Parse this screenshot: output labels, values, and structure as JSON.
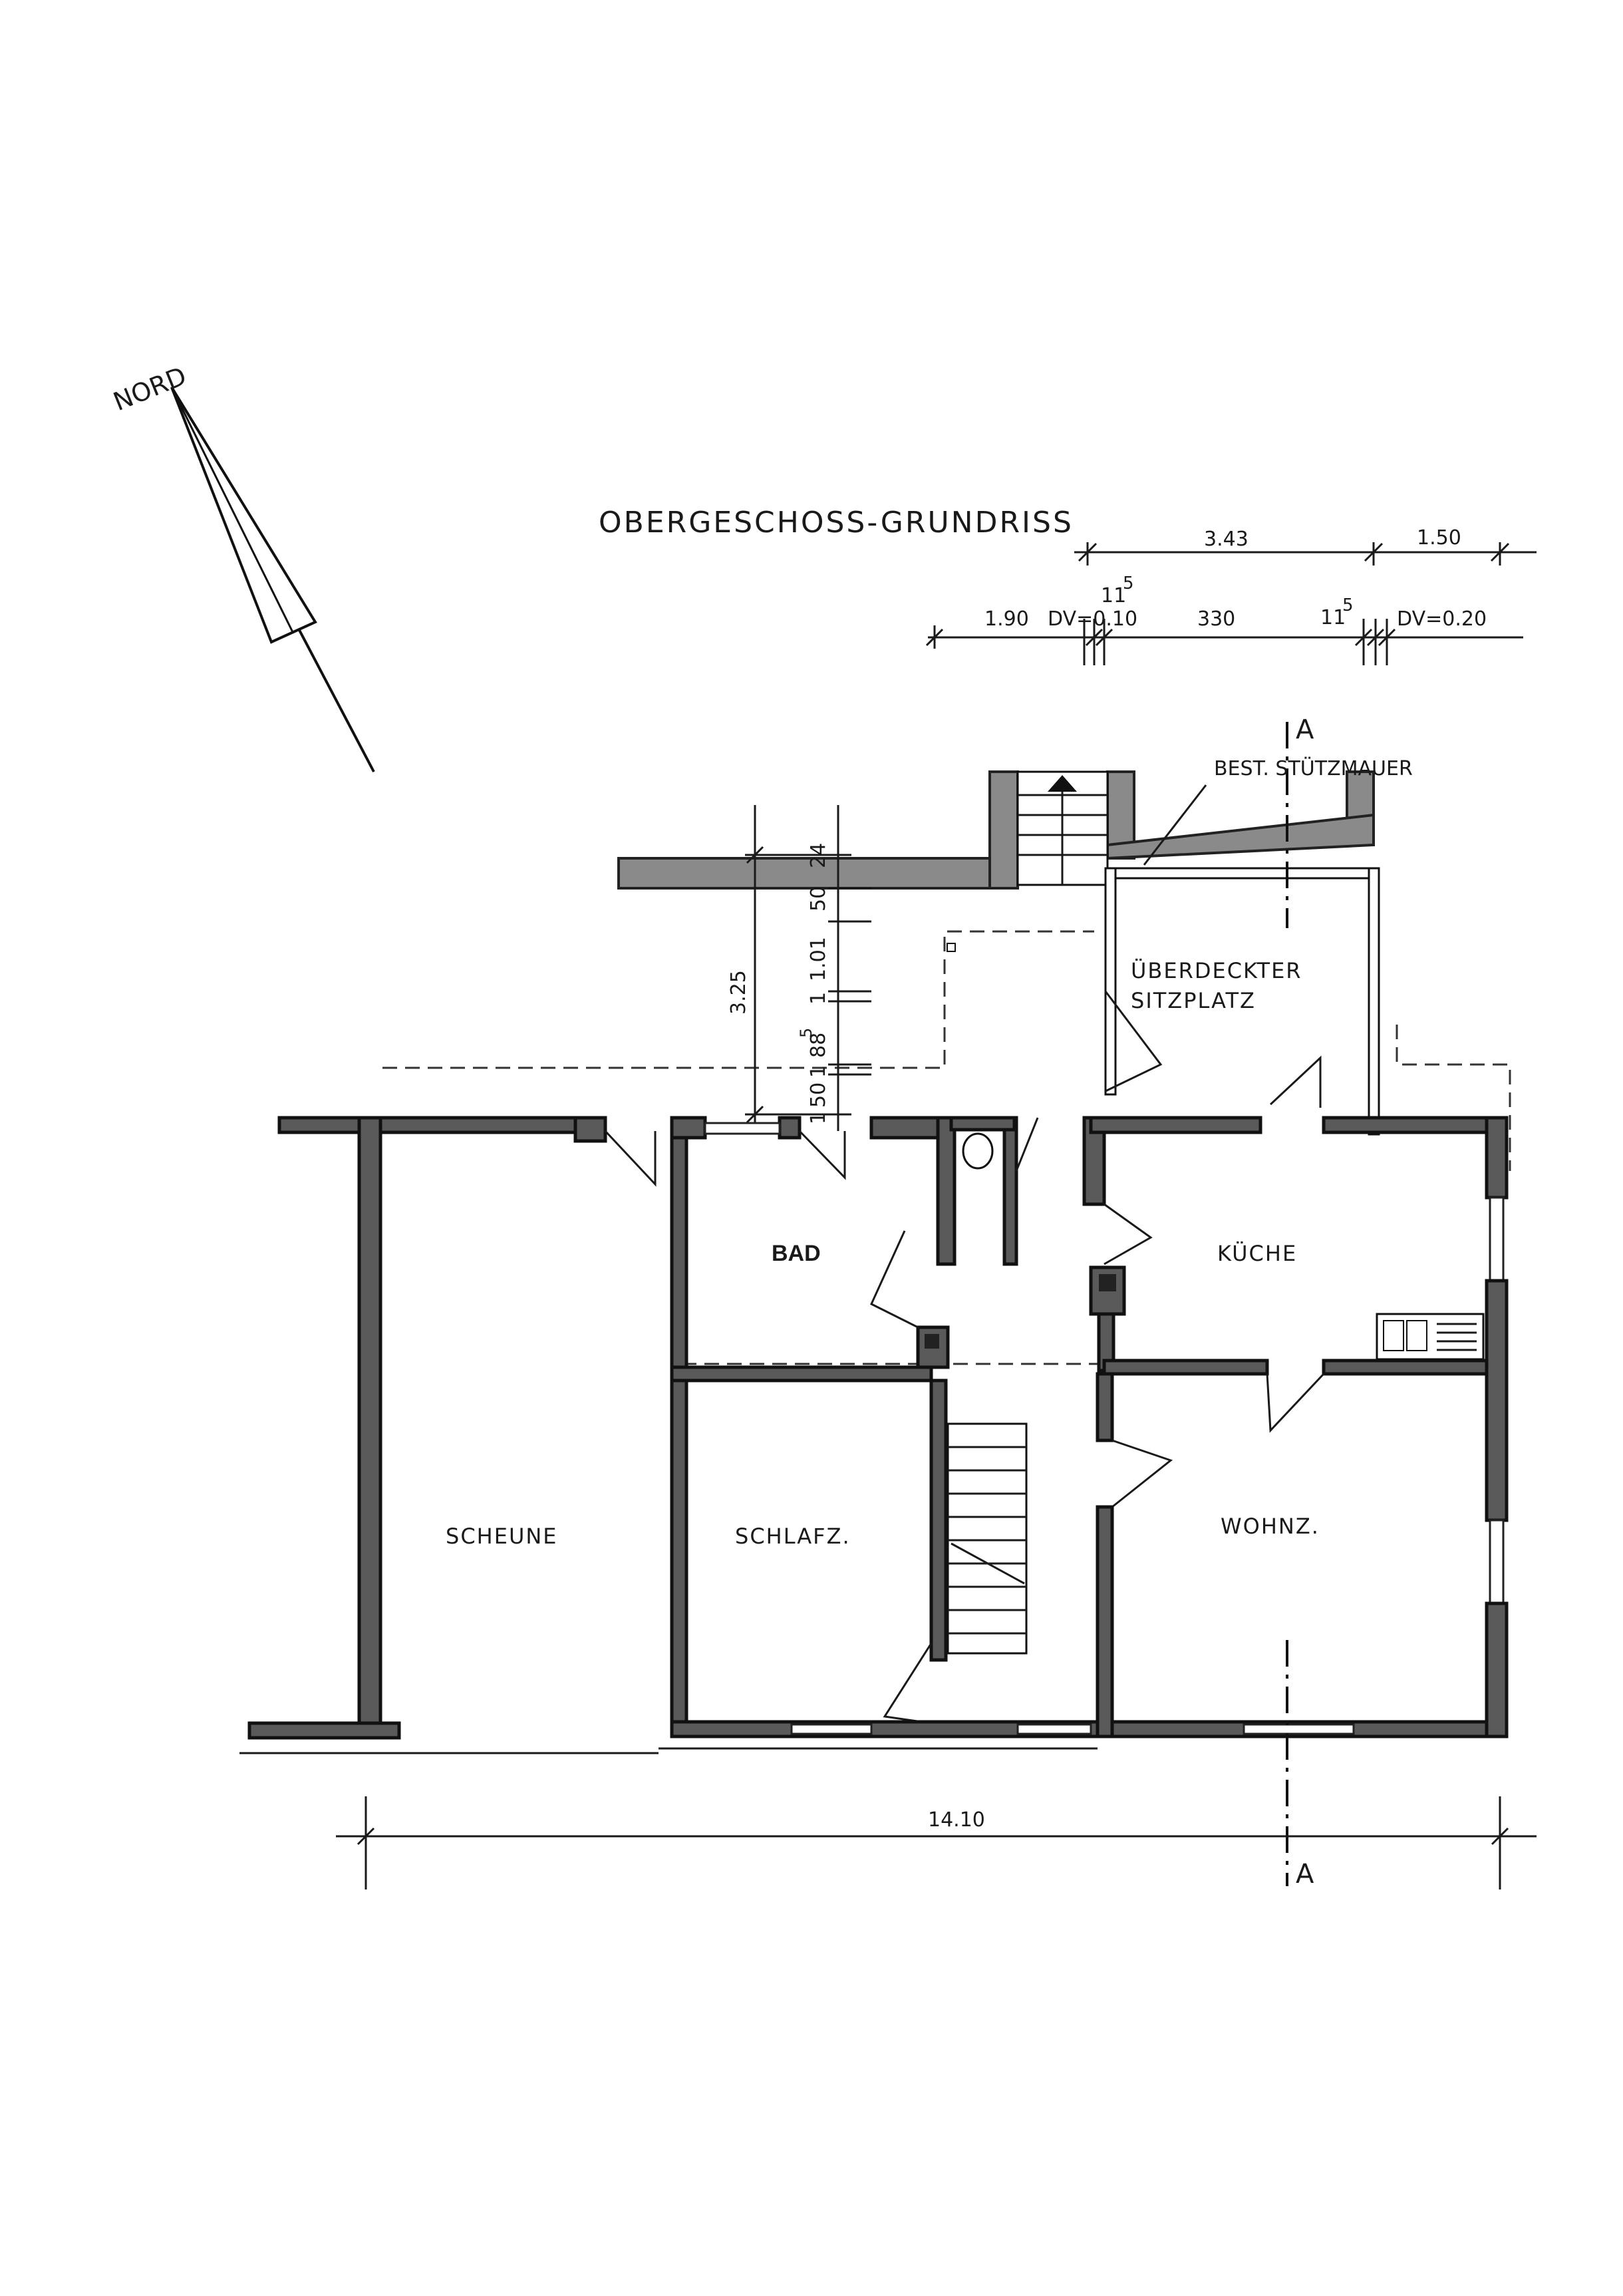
{
  "title": "OBERGESCHOSS-GRUNDRISS",
  "north_label": "NORD",
  "section_marks": [
    "A",
    "A"
  ],
  "annotation_wall": "BEST. STÜTZMAUER",
  "rooms": {
    "covered_seating": [
      "ÜBERDECKTER",
      "SITZPLATZ"
    ],
    "bad": "BAD",
    "kueche": "KÜCHE",
    "scheune": "SCHEUNE",
    "schlafz": "SCHLAFZ.",
    "wohnz": "WOHNZ."
  },
  "dimensions_top_row1": [
    "3.43",
    "1.50"
  ],
  "dimensions_top_row2": [
    "1.90",
    "DV=0.10",
    "330",
    "DV=0.20"
  ],
  "dimension_11_5": [
    "11",
    "5"
  ],
  "dimensions_vertical": [
    "24",
    "50",
    "1.01",
    "1",
    "88",
    "5",
    "1",
    "50",
    "1",
    "3.25"
  ],
  "dimension_bottom": "14.10"
}
